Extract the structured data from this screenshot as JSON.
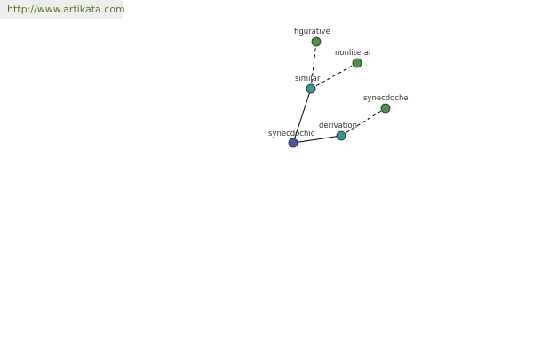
{
  "watermark": {
    "url": "http://www.artikata.com"
  },
  "colors": {
    "banner_bg": "#eeeeee",
    "url_text": "#557a1f",
    "root_node": "#4b58a8",
    "mid_node": "#3a9497",
    "leaf_node": "#4f8f4a",
    "edge": "#000000"
  },
  "graph": {
    "nodes": [
      {
        "id": "synecdochic",
        "label": "synecdochic",
        "kind": "root"
      },
      {
        "id": "similar",
        "label": "similar",
        "kind": "mid"
      },
      {
        "id": "derivation",
        "label": "derivation",
        "kind": "mid"
      },
      {
        "id": "figurative",
        "label": "figurative",
        "kind": "leaf"
      },
      {
        "id": "nonliteral",
        "label": "nonliteral",
        "kind": "leaf"
      },
      {
        "id": "synecdoche",
        "label": "synecdoche",
        "kind": "leaf"
      }
    ],
    "edges": [
      {
        "from": "synecdochic",
        "to": "similar",
        "style": "solid"
      },
      {
        "from": "synecdochic",
        "to": "derivation",
        "style": "solid"
      },
      {
        "from": "similar",
        "to": "figurative",
        "style": "dashed"
      },
      {
        "from": "similar",
        "to": "nonliteral",
        "style": "dashed"
      },
      {
        "from": "derivation",
        "to": "synecdoche",
        "style": "dashed"
      }
    ]
  }
}
